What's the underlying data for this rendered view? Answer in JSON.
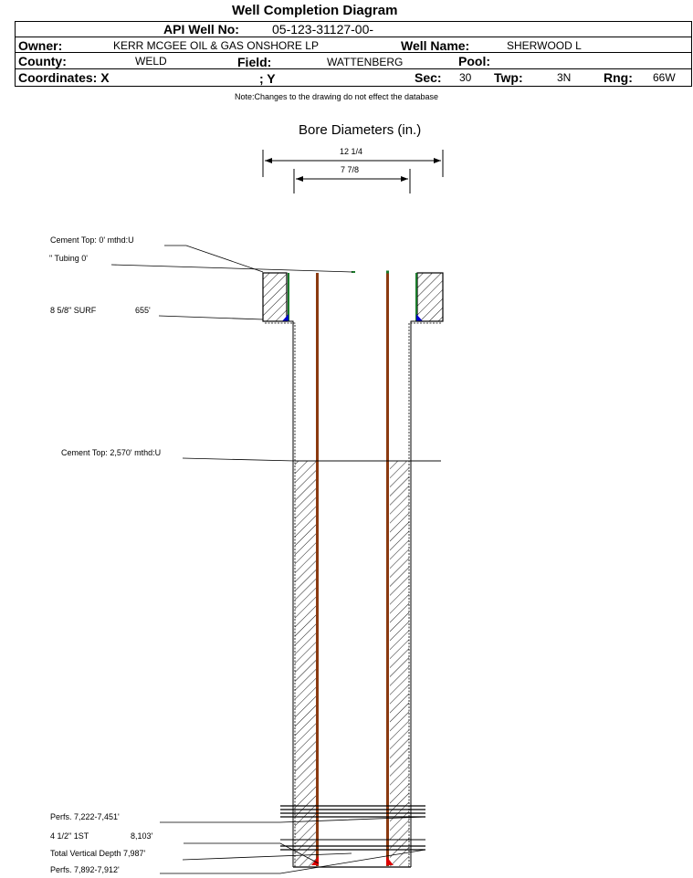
{
  "header": {
    "title": "Well Completion Diagram",
    "api_label": "API Well No:",
    "api_value": "05-123-31127-00-",
    "owner_label": "Owner:",
    "owner_value": "KERR MCGEE OIL & GAS ONSHORE LP",
    "well_name_label": "Well Name:",
    "well_name_value": "SHERWOOD L",
    "county_label": "County:",
    "county_value": "WELD",
    "field_label": "Field:",
    "field_value": "WATTENBERG",
    "pool_label": "Pool:",
    "pool_value": "",
    "coord_label": "Coordinates: X",
    "coord_y_label": "; Y",
    "sec_label": "Sec:",
    "sec_value": "30",
    "twp_label": "Twp:",
    "twp_value": "3N",
    "rng_label": "Rng:",
    "rng_value": "66W",
    "note": "Note:Changes to the drawing do not effect the database"
  },
  "diagram": {
    "title": "Bore Diameters (in.)",
    "bore_outer": "12 1/4",
    "bore_inner": "7 7/8",
    "labels": {
      "cement_top_surface": "Cement Top: 0' mthd:U",
      "tubing": "\" Tubing 0'",
      "surf_casing_size": "8 5/8\" SURF",
      "surf_casing_depth": "655'",
      "cement_top_prod": "Cement Top: 2,570' mthd:U",
      "perfs_upper": "Perfs. 7,222-7,451'",
      "prod_casing_size": "4 1/2\" 1ST",
      "prod_casing_depth": "8,103'",
      "tvd": "Total Vertical Depth 7,987'",
      "perfs_lower": "Perfs. 7,892-7,912'"
    },
    "colors": {
      "casing_outer": "#000000",
      "cement_hatch": "#000000",
      "green_line": "#1a7a2a",
      "tubing": "#8b3a10",
      "blue_marker": "#0000cc",
      "red_marker": "#dd0000"
    }
  }
}
